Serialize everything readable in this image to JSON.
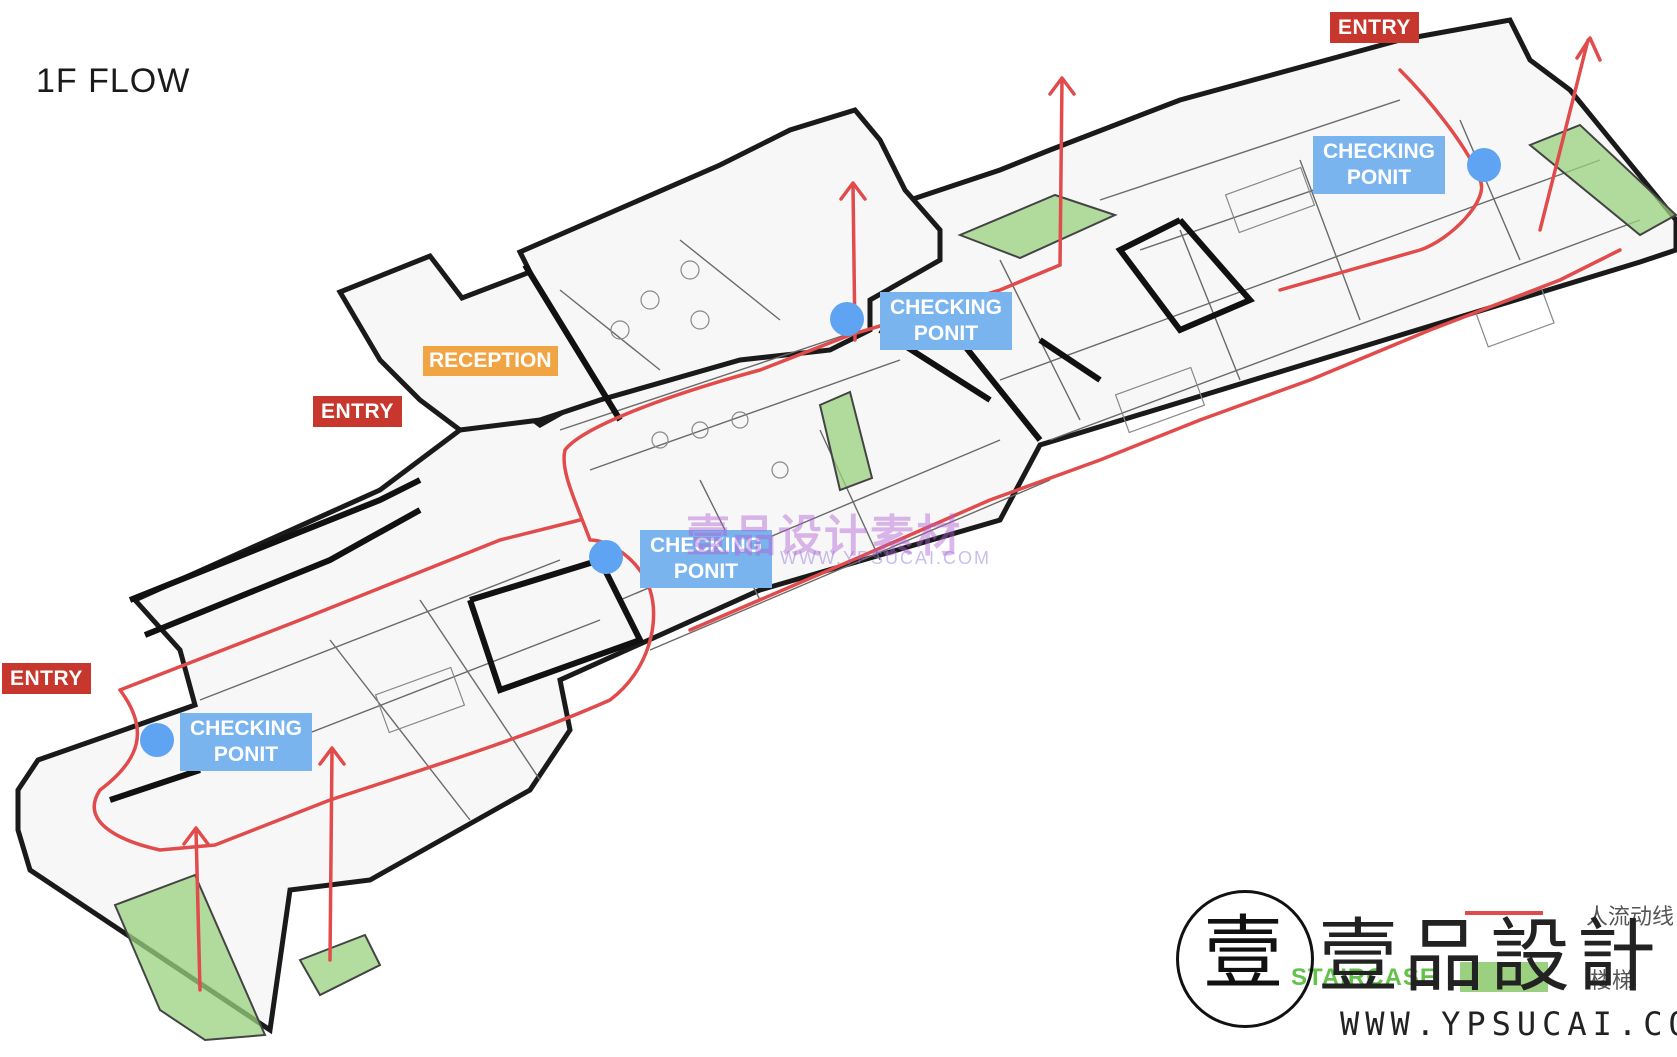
{
  "title": "1F FLOW",
  "labels": {
    "entry": "ENTRY",
    "reception": "RECEPTION",
    "checking_line1": "CHECKING",
    "checking_line2": "PONIT"
  },
  "legend": {
    "flow": "人流动线",
    "stair": "楼梯",
    "staircase": "STAIRCASE"
  },
  "watermark": {
    "text": "壹品设计素材",
    "sub": "WWW.YPSUCAI.COM"
  },
  "logo": {
    "glyph": "壹",
    "name": "壹品設計",
    "url": "WWW.YPSUCAI.COM"
  },
  "colors": {
    "entry": "#c8372d",
    "reception": "#f0a443",
    "checkpoint": "#79b4ef",
    "checkpoint_dot": "#5ea4f2",
    "flow_line": "#e14b4b",
    "staircase": "#9ad07f"
  }
}
